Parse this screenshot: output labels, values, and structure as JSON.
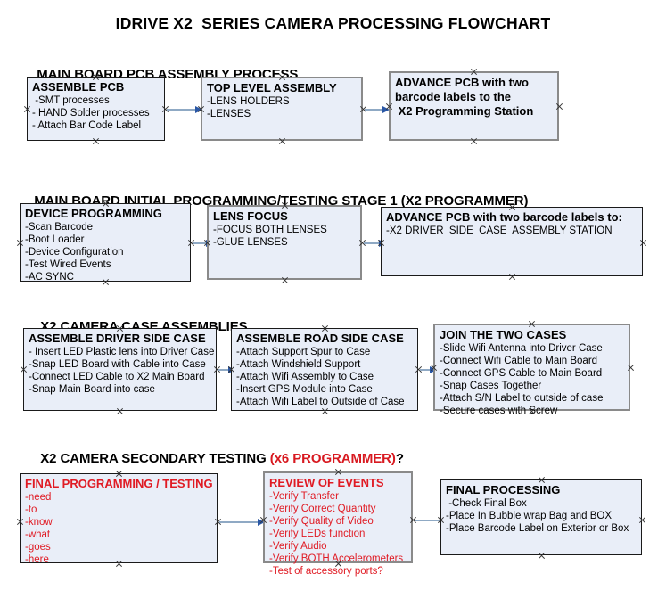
{
  "title": "IDRIVE X2  SERIES CAMERA PROCESSING FLOWCHART",
  "colors": {
    "box_fill": "#e9eef8",
    "border_black": "#1a1a1a",
    "border_grey": "#8a8a8a",
    "connector": "#8fa9c4",
    "arrowhead": "#2a57a5",
    "accent_red": "#e01b24",
    "text": "#000000"
  },
  "sections": [
    {
      "heading": "MAIN BOARD PCB ASSEMBLY PROCESS",
      "heading_accent": "",
      "heading_suffix": "",
      "nodes": [
        {
          "title": "ASSEMBLE PCB",
          "lines": [
            " -SMT processes",
            "- HAND Solder processes",
            "- Attach Bar Code Label"
          ]
        },
        {
          "title": "TOP LEVEL ASSEMBLY",
          "lines": [
            "-LENS HOLDERS",
            "-LENSES"
          ]
        },
        {
          "title": "ADVANCE PCB with two",
          "lines": [
            "barcode labels to the",
            " X2 Programming Station"
          ]
        }
      ]
    },
    {
      "heading": "MAIN BOARD INITIAL PROGRAMMING/TESTING STAGE 1 (X2 PROGRAMMER)",
      "heading_accent": "",
      "heading_suffix": "",
      "nodes": [
        {
          "title": "DEVICE PROGRAMMING",
          "lines": [
            "-Scan Barcode",
            "-Boot Loader",
            "-Device Configuration",
            "-Test Wired Events",
            "-AC SYNC"
          ]
        },
        {
          "title": "LENS FOCUS",
          "lines": [
            "-FOCUS BOTH LENSES",
            "-GLUE LENSES"
          ]
        },
        {
          "title": "ADVANCE PCB with two barcode labels to:",
          "lines": [
            "-X2 DRIVER  SIDE  CASE  ASSEMBLY STATION"
          ]
        }
      ]
    },
    {
      "heading": "X2 CAMERA CASE ASSEMBLIES",
      "heading_accent": "",
      "heading_suffix": "",
      "nodes": [
        {
          "title": "ASSEMBLE DRIVER SIDE CASE",
          "lines": [
            "- Insert LED Plastic lens into Driver Case",
            "-Snap LED Board with Cable into Case",
            "-Connect LED Cable to X2 Main Board",
            "-Snap Main Board into case"
          ]
        },
        {
          "title": "ASSEMBLE ROAD SIDE CASE",
          "lines": [
            "-Attach Support Spur to Case",
            "-Attach Windshield Support",
            "-Attach Wifi Assembly to Case",
            "-Insert GPS Module into Case",
            "-Attach Wifi Label to Outside of Case"
          ]
        },
        {
          "title": "JOIN THE TWO CASES",
          "lines": [
            "-Slide Wifi Antenna into Driver Case",
            "-Connect Wifi Cable to Main Board",
            "-Connect GPS Cable to Main Board",
            "-Snap Cases Together",
            "-Attach S/N Label to outside of case",
            "-Secure cases with Screw"
          ]
        }
      ]
    },
    {
      "heading": "X2 CAMERA SECONDARY TESTING ",
      "heading_accent": "(x6 PROGRAMMER)",
      "heading_suffix": "?",
      "nodes": [
        {
          "title": "FINAL PROGRAMMING / TESTING",
          "lines": [
            "-need",
            "-to",
            "-know",
            "-what",
            "-goes",
            "-here"
          ]
        },
        {
          "title": "REVIEW OF EVENTS",
          "lines": [
            "-Verify Transfer",
            "-Verify Correct Quantity",
            "-Verify Quality of Video",
            "-Verify LEDs function",
            "-Verify Audio",
            "-Verify BOTH Accelerometers",
            "-Test of accessory ports?"
          ]
        },
        {
          "title": "FINAL PROCESSING",
          "lines": [
            " -Check Final Box",
            "-Place In Bubble wrap Bag and BOX",
            "-Place Barcode Label on Exterior or Box"
          ]
        }
      ]
    }
  ]
}
